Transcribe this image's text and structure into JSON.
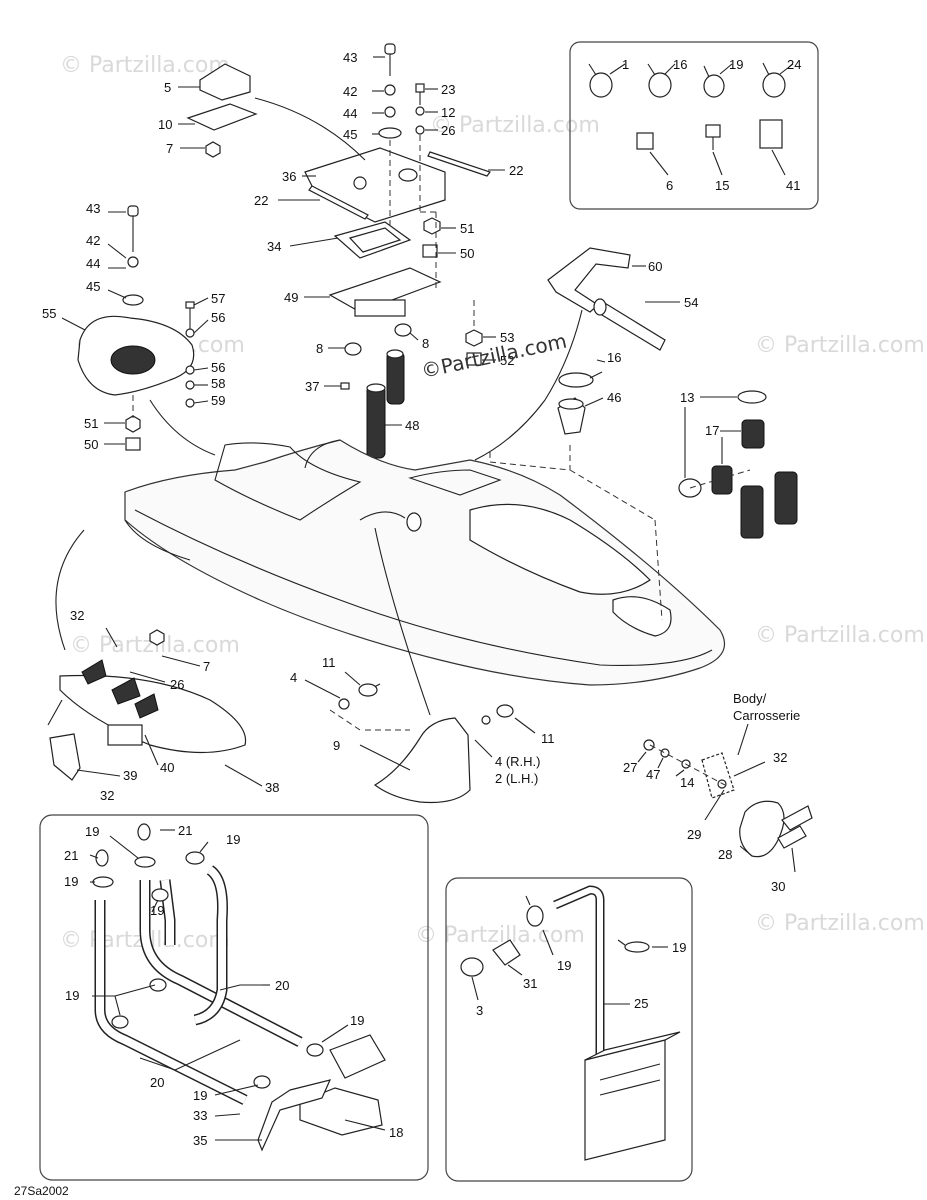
{
  "diagram_code": "27Sa2002",
  "body_label_line1": "Body/",
  "body_label_line2": "Carrosserie",
  "watermark_main": "©Partzilla.com",
  "watermark_faint": "© Partzilla.com",
  "callouts": {
    "c43a": "43",
    "c42a": "42",
    "c44a": "44",
    "c45a": "45",
    "c23": "23",
    "c12": "12",
    "c26a": "26",
    "c22a": "22",
    "c22b": "22",
    "c36": "36",
    "c34": "34",
    "c51a": "51",
    "c50a": "50",
    "c49": "49",
    "c53": "53",
    "c52": "52",
    "c8a": "8",
    "c8b": "8",
    "c37": "37",
    "c48": "48",
    "c5": "5",
    "c10": "10",
    "c7a": "7",
    "c43b": "43",
    "c42b": "42",
    "c44b": "44",
    "c45b": "45",
    "c57": "57",
    "c56a": "56",
    "c56b": "56",
    "c58": "58",
    "c59": "59",
    "c55": "55",
    "c51b": "51",
    "c50b": "50",
    "c1": "1",
    "c16a": "16",
    "c19a": "19",
    "c24": "24",
    "c6": "6",
    "c15": "15",
    "c41": "41",
    "c60": "60",
    "c54": "54",
    "c16b": "16",
    "c46": "46",
    "c13": "13",
    "c17": "17",
    "c32a": "32",
    "c7b": "7",
    "c26b": "26",
    "c40": "40",
    "c39": "39",
    "c32b": "32",
    "c38": "38",
    "c11a": "11",
    "c4a": "4",
    "c9": "9",
    "c11b": "11",
    "c4rh": "4 (R.H.)",
    "c2lh": "2 (L.H.)",
    "c27": "27",
    "c47": "47",
    "c14": "14",
    "c29": "29",
    "c32c": "32",
    "c28": "28",
    "c30": "30",
    "c19b": "19",
    "c21a": "21",
    "c19c": "19",
    "c21b": "21",
    "c19d": "19",
    "c19e": "19",
    "c20a": "20",
    "c19f": "19",
    "c19g": "19",
    "c20b": "20",
    "c19h": "19",
    "c33": "33",
    "c35": "35",
    "c18": "18",
    "c19i": "19",
    "c19j": "19",
    "c3": "3",
    "c31": "31",
    "c25": "25"
  }
}
